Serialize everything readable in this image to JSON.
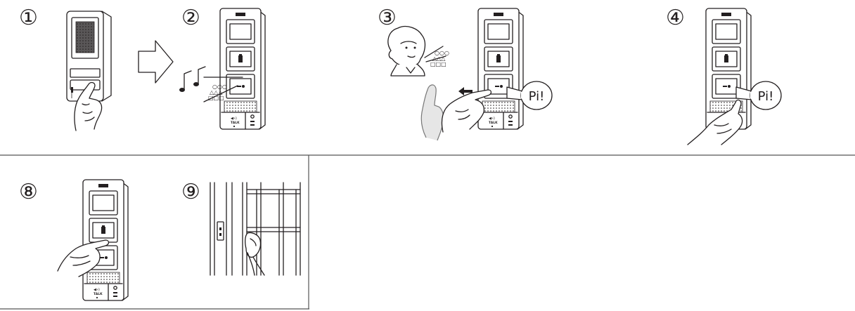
{
  "steps": {
    "s1": "①",
    "s2": "②",
    "s3": "③",
    "s4": "④",
    "s8": "⑧",
    "s9": "⑨"
  },
  "labels": {
    "pi": "Pi!",
    "talk": "TALK"
  },
  "colors": {
    "line": "#231f20",
    "panel": "#ffffff",
    "divider": "#555555"
  },
  "icons": {
    "arrow": "right-outline-arrow-icon",
    "music": "music-notes-icon",
    "sound": "sound-wave-icon",
    "door_call": "door-bell-icon",
    "key": "key-icon"
  }
}
